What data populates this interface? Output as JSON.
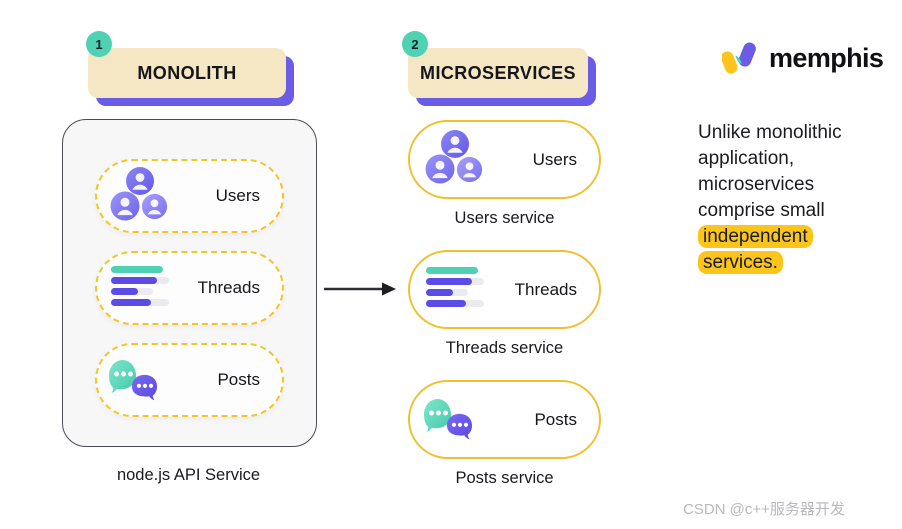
{
  "diagram": {
    "monolith": {
      "badge": "1",
      "title": "MONOLITH",
      "caption": "node.js API Service",
      "modules": [
        {
          "label": "Users",
          "icon": "users-icon"
        },
        {
          "label": "Threads",
          "icon": "threads-icon"
        },
        {
          "label": "Posts",
          "icon": "posts-icon"
        }
      ]
    },
    "microservices": {
      "badge": "2",
      "title": "MICROSERVICES",
      "services": [
        {
          "label": "Users",
          "caption": "Users service",
          "icon": "users-icon"
        },
        {
          "label": "Threads",
          "caption": "Threads service",
          "icon": "threads-icon"
        },
        {
          "label": "Posts",
          "caption": "Posts service",
          "icon": "posts-icon"
        }
      ]
    },
    "arrow": {
      "name": "flow-arrow-right"
    }
  },
  "brand": {
    "logo_icon": "memphis-logo-icon",
    "wordmark": "memphis"
  },
  "caption": {
    "lead": "Unlike monolithic application, microservices comprise small ",
    "highlight": "independent services."
  },
  "watermark": "CSDN @c++服务器开发",
  "colors": {
    "card_fill": "#f6e7c4",
    "card_shadow": "#6b5ce8",
    "badge": "#4fd1b3",
    "dashed_outline": "#f3c623",
    "pill_outline": "#f0c02e",
    "monolith_fill": "#f7f7f8",
    "monolith_border": "#4a4a52",
    "accent_purple": "#6b5ce8",
    "accent_teal": "#4fd1b3",
    "highlight_yellow": "#fcc51c",
    "watermark_gray": "#b9b9bd"
  }
}
